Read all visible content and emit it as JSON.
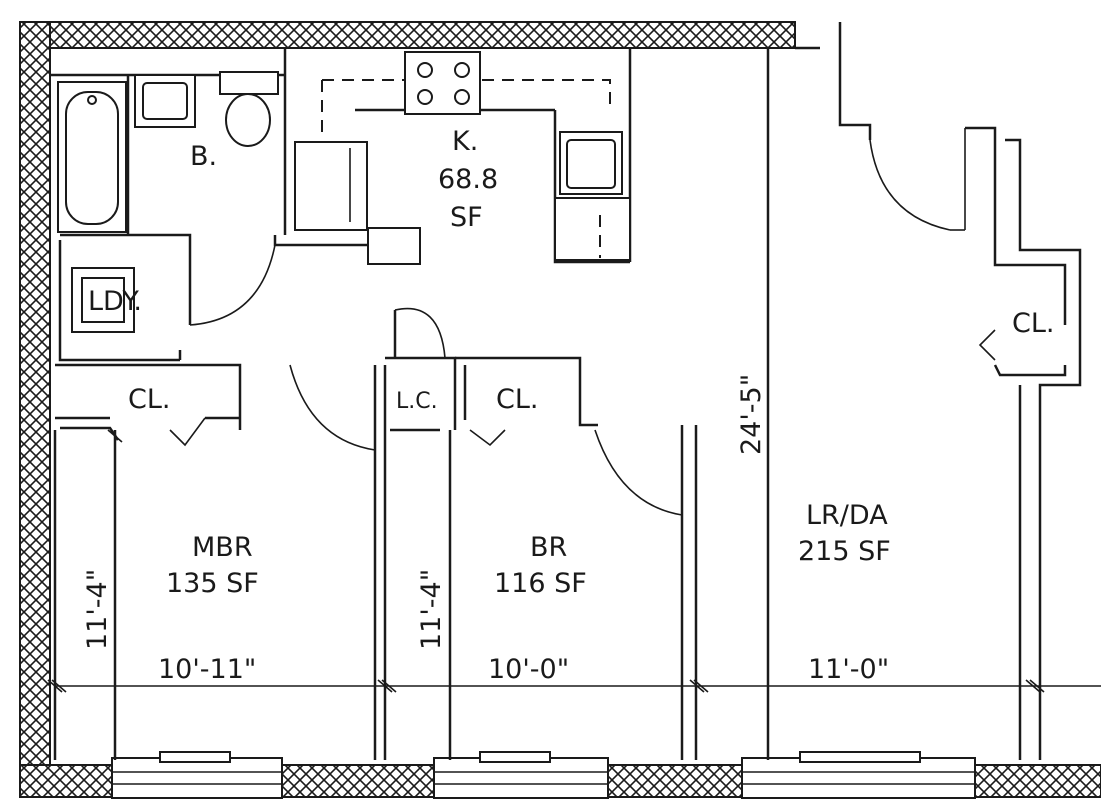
{
  "rooms": {
    "bath": {
      "name": "B."
    },
    "laundry": {
      "name": "LDY."
    },
    "kitchen": {
      "name": "K.",
      "area": "68.8",
      "unit": "SF"
    },
    "mbr_closet": {
      "name": "CL."
    },
    "linen_closet": {
      "name": "L.C."
    },
    "br_closet": {
      "name": "CL."
    },
    "lr_closet": {
      "name": "CL."
    },
    "mbr": {
      "name": "MBR",
      "area": "135 SF"
    },
    "br": {
      "name": "BR",
      "area": "116 SF"
    },
    "lrda": {
      "name": "LR/DA",
      "area": "215 SF"
    }
  },
  "dimensions": {
    "mbr_width": "10'-11\"",
    "br_width": "10'-0\"",
    "lr_width": "11'-0\"",
    "mbr_depth": "11'-4\"",
    "br_depth": "11'-4\"",
    "unit_depth": "24'-5\""
  },
  "colors": {
    "ink": "#1a1a1a",
    "paper": "#ffffff"
  }
}
